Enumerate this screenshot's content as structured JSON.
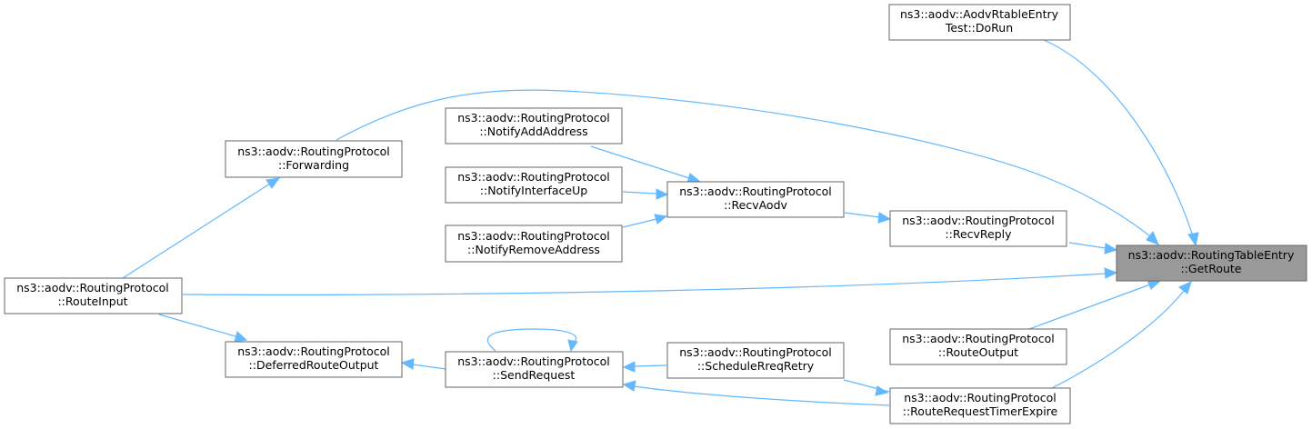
{
  "colors": {
    "edge": "#63b8ff",
    "focus_fill": "#999999",
    "node_border": "#666666"
  },
  "nodes": {
    "getroute": {
      "line1": "ns3::aodv::RoutingTableEntry",
      "line2": "::GetRoute"
    },
    "dorun": {
      "line1": "ns3::aodv::AodvRtableEntry",
      "line2": "Test::DoRun"
    },
    "forwarding": {
      "line1": "ns3::aodv::RoutingProtocol",
      "line2": "::Forwarding"
    },
    "notifyadd": {
      "line1": "ns3::aodv::RoutingProtocol",
      "line2": "::NotifyAddAddress"
    },
    "notifyup": {
      "line1": "ns3::aodv::RoutingProtocol",
      "line2": "::NotifyInterfaceUp"
    },
    "notifyremove": {
      "line1": "ns3::aodv::RoutingProtocol",
      "line2": "::NotifyRemoveAddress"
    },
    "recvaodv": {
      "line1": "ns3::aodv::RoutingProtocol",
      "line2": "::RecvAodv"
    },
    "recvreply": {
      "line1": "ns3::aodv::RoutingProtocol",
      "line2": "::RecvReply"
    },
    "routeinput": {
      "line1": "ns3::aodv::RoutingProtocol",
      "line2": "::RouteInput"
    },
    "routeoutput": {
      "line1": "ns3::aodv::RoutingProtocol",
      "line2": "::RouteOutput"
    },
    "deferred": {
      "line1": "ns3::aodv::RoutingProtocol",
      "line2": "::DeferredRouteOutput"
    },
    "sendrequest": {
      "line1": "ns3::aodv::RoutingProtocol",
      "line2": "::SendRequest"
    },
    "schedulerreq": {
      "line1": "ns3::aodv::RoutingProtocol",
      "line2": "::ScheduleRreqRetry"
    },
    "timerexpire": {
      "line1": "ns3::aodv::RoutingProtocol",
      "line2": "::RouteRequestTimerExpire"
    }
  }
}
